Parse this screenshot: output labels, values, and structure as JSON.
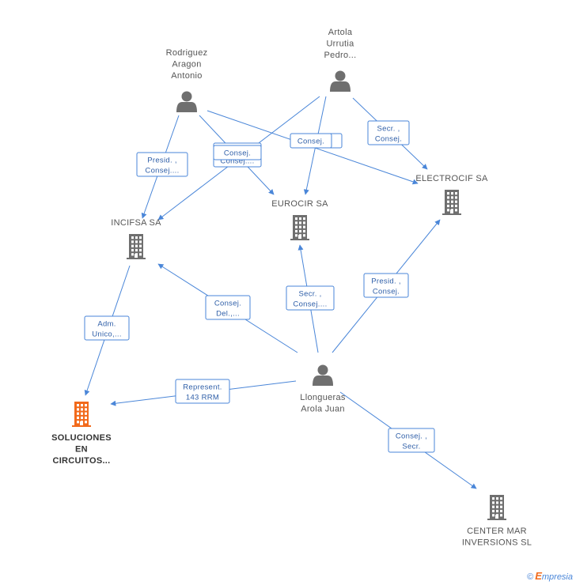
{
  "colors": {
    "edge": "#4a86d8",
    "person_icon": "#6f6f6f",
    "company_icon": "#6f6f6f",
    "focus_company_icon": "#f26a1b",
    "brand_accent": "#f26a1b"
  },
  "nodes": [
    {
      "id": "rodriguez",
      "kind": "person",
      "icon": "person-icon",
      "lines": [
        "Rodriguez",
        "Aragon",
        "Antonio"
      ]
    },
    {
      "id": "artola",
      "kind": "person",
      "icon": "person-icon",
      "lines": [
        "Artola",
        "Urrutia",
        "Pedro..."
      ]
    },
    {
      "id": "llongueras",
      "kind": "person",
      "icon": "person-icon",
      "lines": [
        "Llongueras",
        "Arola Juan"
      ]
    },
    {
      "id": "incifsa",
      "kind": "company",
      "icon": "building-icon",
      "lines": [
        "INCIFSA SA"
      ]
    },
    {
      "id": "eurocir",
      "kind": "company",
      "icon": "building-icon",
      "lines": [
        "EUROCIR SA"
      ]
    },
    {
      "id": "electrocif",
      "kind": "company",
      "icon": "building-icon",
      "lines": [
        "ELECTROCIF SA"
      ]
    },
    {
      "id": "soluciones",
      "kind": "focus",
      "icon": "building-icon",
      "lines": [
        "SOLUCIONES",
        "EN",
        "CIRCUITOS..."
      ]
    },
    {
      "id": "centermar",
      "kind": "company",
      "icon": "building-icon",
      "lines": [
        "CENTER MAR",
        "INVERSIONS SL"
      ]
    }
  ],
  "edges": [
    {
      "id": "rod-incifsa",
      "from": "rodriguez",
      "to": "incifsa",
      "lines": [
        "Presid. ,",
        "Consej...."
      ]
    },
    {
      "id": "rod-eurocir",
      "from": "rodriguez",
      "to": "eurocir",
      "lines": [
        "Consej.",
        "Consej...."
      ]
    },
    {
      "id": "rod-electrocif",
      "from": "rodriguez",
      "to": "electrocif",
      "lines": [
        "Consej."
      ]
    },
    {
      "id": "art-incifsa",
      "from": "artola",
      "to": "incifsa",
      "lines": [
        "Consej."
      ]
    },
    {
      "id": "art-eurocir",
      "from": "artola",
      "to": "eurocir",
      "lines": [
        "Consej."
      ]
    },
    {
      "id": "art-electrocif",
      "from": "artola",
      "to": "electrocif",
      "lines": [
        "Secr. ,",
        "Consej."
      ]
    },
    {
      "id": "incifsa-soluciones",
      "from": "incifsa",
      "to": "soluciones",
      "lines": [
        "Adm.",
        "Unico,..."
      ]
    },
    {
      "id": "llo-incifsa",
      "from": "llongueras",
      "to": "incifsa",
      "lines": [
        "Consej.",
        "Del.,..."
      ]
    },
    {
      "id": "llo-eurocir",
      "from": "llongueras",
      "to": "eurocir",
      "lines": [
        "Secr. ,",
        "Consej...."
      ]
    },
    {
      "id": "llo-electrocif",
      "from": "llongueras",
      "to": "electrocif",
      "lines": [
        "Presid. ,",
        "Consej."
      ]
    },
    {
      "id": "llo-soluciones",
      "from": "llongueras",
      "to": "soluciones",
      "lines": [
        "Represent.",
        "143 RRM"
      ]
    },
    {
      "id": "llo-centermar",
      "from": "llongueras",
      "to": "centermar",
      "lines": [
        "Consej. ,",
        "Secr."
      ]
    }
  ],
  "footer": {
    "copyright": "©",
    "brand_initial": "E",
    "brand_rest": "mpresia"
  }
}
